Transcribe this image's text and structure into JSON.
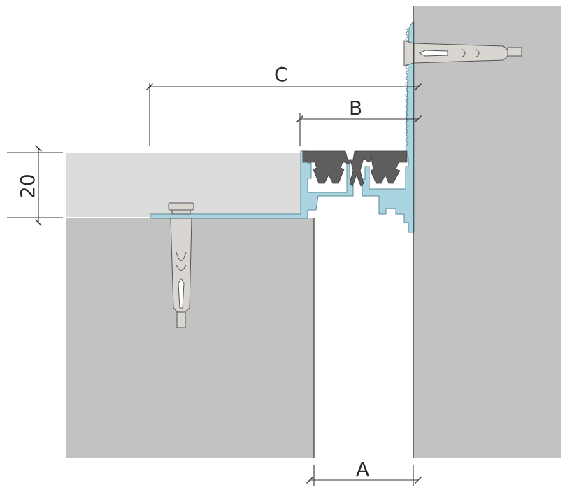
{
  "diagram": {
    "dimensions": {
      "a": "A",
      "b": "B",
      "c": "C",
      "height": "20"
    },
    "colors": {
      "concrete": "#c2c2c2",
      "screed": "#dcdcdc",
      "aluminum_profile": "#a9d4e0",
      "aluminum_stroke": "#5c8a98",
      "rubber_insert": "#5e5e5e",
      "anchor": "#d9d6d2",
      "line": "#333333"
    }
  }
}
